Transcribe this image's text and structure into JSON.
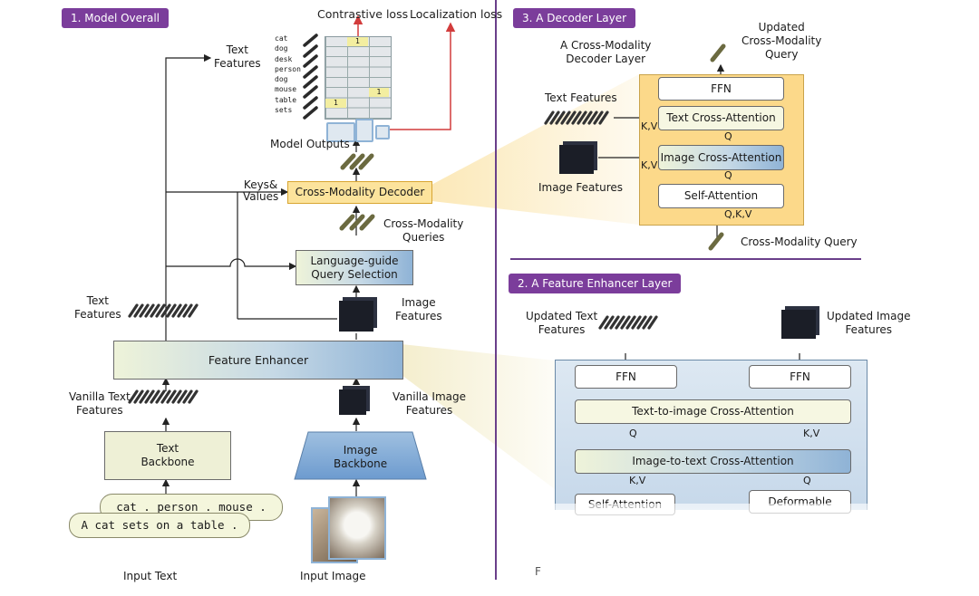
{
  "panels": {
    "model_overall": "1. Model Overall",
    "decoder_layer": "3. A Decoder Layer",
    "enhancer_layer": "2. A Feature Enhancer Layer"
  },
  "left": {
    "contrastive_loss": "Contrastive loss",
    "localization_loss": "Localization loss",
    "text_features_top": "Text\nFeatures",
    "vocab": [
      "cat",
      "dog",
      "desk",
      "person",
      "dog",
      "mouse",
      "table",
      "sets"
    ],
    "grid_marks": [
      "1",
      "1",
      "1"
    ],
    "model_outputs": "Model Outputs",
    "keys_values": "Keys&\nValues",
    "cross_modality_decoder": "Cross-Modality Decoder",
    "cross_modality_queries": "Cross-Modality\nQueries",
    "query_selection": "Language-guide\nQuery Selection",
    "text_features_mid": "Text\nFeatures",
    "image_features": "Image\nFeatures",
    "feature_enhancer": "Feature Enhancer",
    "vanilla_text": "Vanilla Text\nFeatures",
    "vanilla_image": "Vanilla Image\nFeatures",
    "text_backbone": "Text\nBackbone",
    "image_backbone": "Image\nBackbone",
    "prompt1": "cat . person . mouse .",
    "prompt2": "A cat sets on a table .",
    "input_text": "Input Text",
    "input_image": "Input Image"
  },
  "decoder": {
    "layer_title": "A Cross-Modality\nDecoder Layer",
    "updated_query": "Updated\nCross-Modality\nQuery",
    "text_features": "Text Features",
    "image_features": "Image Features",
    "ffn": "FFN",
    "text_cross_attention": "Text Cross-Attention",
    "image_cross_attention": "Image Cross-Attention",
    "self_attention": "Self-Attention",
    "kv1": "K,V",
    "kv2": "K,V",
    "q1": "Q",
    "q2": "Q",
    "qkv": "Q,K,V",
    "cross_modality_query": "Cross-Modality Query"
  },
  "enhancer": {
    "updated_text": "Updated Text\nFeatures",
    "updated_image": "Updated Image\nFeatures",
    "ffn_left": "FFN",
    "ffn_right": "FFN",
    "t2i": "Text-to-image Cross-Attention",
    "i2t": "Image-to-text Cross-Attention",
    "self_attention": "Self-Attention",
    "deformable": "Deformable",
    "q_a": "Q",
    "kv_a": "K,V",
    "kv_b": "K,V",
    "q_b": "Q",
    "partial_f": "F"
  },
  "colors": {
    "accent": "#7b3d9b",
    "loss_arrow": "#d23c3c",
    "decoder_bg": "#fcd98a",
    "enhancer_bg": "#d8e6f2"
  }
}
